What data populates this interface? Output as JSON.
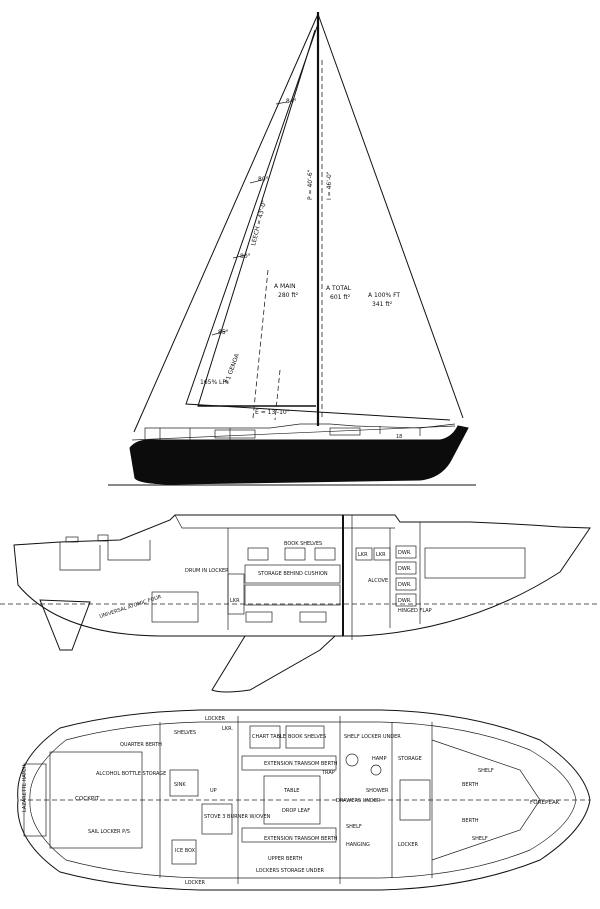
{
  "sail_plan": {
    "angle_top": "84°",
    "angle_mid_upper": "80°",
    "angle_mid": "80°",
    "angle_low": "85°",
    "leech": "LEECH = 43'-0\"",
    "p_dim": "P = 40'-6\"",
    "i_dim": "I = 46'-0\"",
    "e_dim": "E = 13'-10\"",
    "a_main": "A MAIN",
    "a_main_val": "280 ft²",
    "a_total": "A TOTAL",
    "a_total_val": "601 ft²",
    "a_fore": "A 100% FT",
    "a_fore_val": "341 ft²",
    "lp_label": "165% LP",
    "genoa": "#1 GENOA",
    "genoa_val": "18"
  },
  "profile": {
    "labels": {
      "drum_locker": "DRUM IN LOCKER",
      "universal": "UNIVERSAL ATOMIC FOUR",
      "book_shelves": "BOOK SHELVES",
      "storage_cushion": "STORAGE BEHIND CUSHION",
      "lkr1": "LKR",
      "lkr2": "LKR",
      "alcove": "ALCOVE",
      "hinged_flap": "HINGED FLAP",
      "lkr_low": "LKR",
      "dwr1": "DWR.",
      "dwr2": "DWR.",
      "dwr3": "DWR.",
      "dwr4": "DWR."
    }
  },
  "accommodation": {
    "labels": {
      "lazarette_hatch": "LAZARETTE HATCH",
      "cockpit": "COCKPIT",
      "sail_locker": "SAIL LOCKER P/S",
      "quarter_berth": "QUARTER BERTH",
      "alcohol_bottle": "ALCOHOL BOTTLE STORAGE",
      "locker_top": "LOCKER",
      "shelves": "SHELVES",
      "chart_table": "CHART TABLE",
      "lkr_top": "LKR.",
      "book_shelves": "BOOK SHELVES",
      "shelf_locker_under": "SHELF LOCKER UNDER",
      "ext_berth_top": "EXTENSION TRANSOM BERTH",
      "table": "TABLE",
      "trap": "TRAP",
      "drop_leaf": "DROP LEAF",
      "drawers_under": "DRAWERS UNDER",
      "shower": "SHOWER",
      "ice_box": "ICE BOX",
      "sink": "SINK",
      "stove": "STOVE 3 BURNER W/OVEN",
      "up": "UP",
      "ext_berth_bottom": "EXTENSION TRANSOM BERTH",
      "upper_berth": "UPPER BERTH",
      "locker_bottom": "LOCKER",
      "lockers_storage_under": "LOCKERS STORAGE UNDER",
      "shelf_bottom": "SHELF",
      "hanging": "HANGING",
      "locker_right": "LOCKER",
      "shelf_fwd_top": "SHELF",
      "berth_top": "BERTH",
      "forepeak": "FOREPEAK",
      "berth_bottom": "BERTH",
      "shelf_fwd_bottom": "SHELF",
      "hamp": "HAMP",
      "storage": "STORAGE"
    }
  }
}
